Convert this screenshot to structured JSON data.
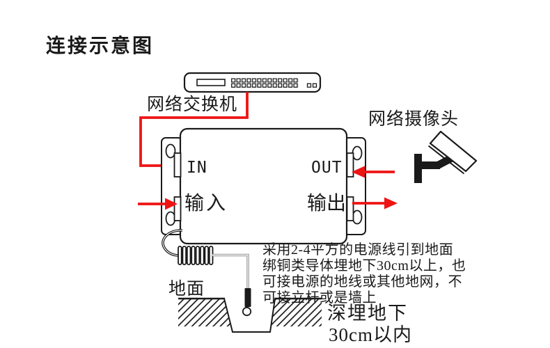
{
  "title": "连接示意图",
  "labels": {
    "switch": "网络交换机",
    "camera": "网络摄像头",
    "port_in": "IN",
    "port_out": "OUT",
    "input": "输入",
    "output": "输出",
    "ground_surface": "地面",
    "burial_depth_line1": "深埋地下",
    "burial_depth_line2": "30cm以内"
  },
  "note": {
    "lines": [
      "采用2-4平方的电源线引到地面",
      "绑铜类导体埋地下30cm以上，也",
      "可接电源的地线或其他地网，不",
      "可接立杆或是墙上"
    ]
  },
  "colors": {
    "line_black": "#1a1a1a",
    "arrow_red": "#ee1414",
    "cable_gray": "#9a9a9a",
    "background": "#ffffff"
  }
}
